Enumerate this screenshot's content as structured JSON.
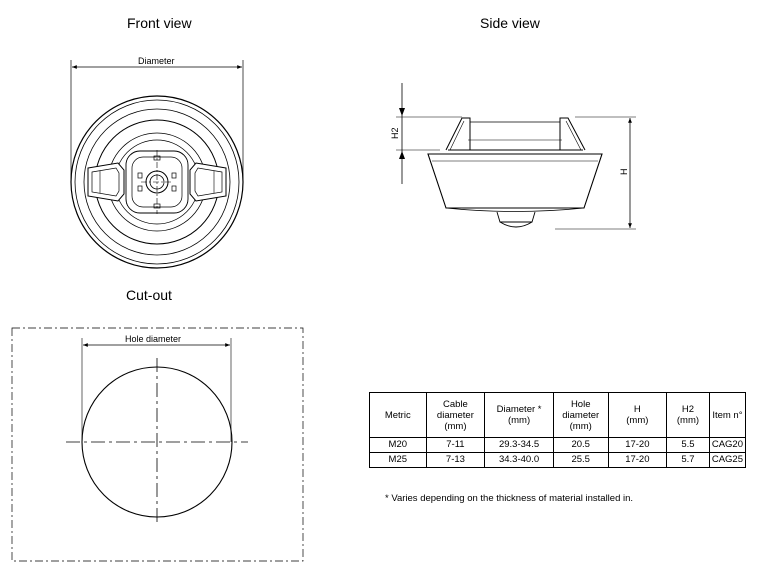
{
  "titles": {
    "front_view": "Front view",
    "side_view": "Side view",
    "cut_out": "Cut-out"
  },
  "dimensions": {
    "diameter": "Diameter",
    "h2": "H2",
    "h": "H",
    "hole_diameter": "Hole diameter"
  },
  "table": {
    "headers": [
      "Metric",
      "Cable\ndiameter\n(mm)",
      "Diameter *\n(mm)",
      "Hole\ndiameter\n(mm)",
      "H\n(mm)",
      "H2\n(mm)",
      "Item n°"
    ],
    "rows": [
      [
        "M20",
        "7-11",
        "29.3-34.5",
        "20.5",
        "17-20",
        "5.5",
        "CAG20"
      ],
      [
        "M25",
        "7-13",
        "34.3-40.0",
        "25.5",
        "17-20",
        "5.7",
        "CAG25"
      ]
    ]
  },
  "footnote": "*  Varies depending on the thickness of material installed in."
}
